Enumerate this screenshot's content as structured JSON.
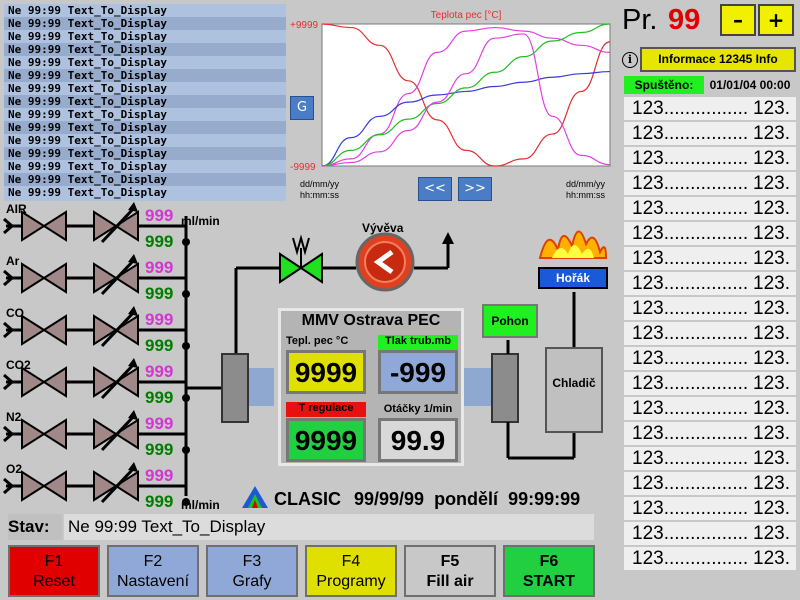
{
  "log": {
    "rows": [
      "Ne 99:99 Text_To_Display",
      "Ne 99:99 Text_To_Display",
      "Ne 99:99 Text_To_Display",
      "Ne 99:99 Text_To_Display",
      "Ne 99:99 Text_To_Display",
      "Ne 99:99 Text_To_Display",
      "Ne 99:99 Text_To_Display",
      "Ne 99:99 Text_To_Display",
      "Ne 99:99 Text_To_Display",
      "Ne 99:99 Text_To_Display",
      "Ne 99:99 Text_To_Display",
      "Ne 99:99 Text_To_Display",
      "Ne 99:99 Text_To_Display",
      "Ne 99:99 Text_To_Display",
      "Ne 99:99 Text_To_Display"
    ]
  },
  "chart_data": {
    "type": "line",
    "title": "Teplota pec [°C]",
    "ymax_label": "+9999",
    "ymin_label": "-9999",
    "ylim": [
      -9999,
      9999
    ],
    "x_start_label": [
      "dd/mm/yy",
      "hh:mm:ss"
    ],
    "x_end_label": [
      "dd/mm/yy",
      "hh:mm:ss"
    ],
    "x": [
      0,
      0.1,
      0.2,
      0.3,
      0.4,
      0.5,
      0.6,
      0.7,
      0.8,
      0.9,
      1.0
    ],
    "series": [
      {
        "color": "#e03030",
        "values": [
          9999,
          9500,
          7000,
          2000,
          -3500,
          -7800,
          -9999,
          -9000,
          -5500,
          500,
          7500
        ]
      },
      {
        "color": "#e040e0",
        "values": [
          -9999,
          -9000,
          -5500,
          200,
          6000,
          9000,
          9500,
          9000,
          8000,
          7000,
          6000
        ]
      },
      {
        "color": "#3a3adf",
        "values": [
          -9999,
          -6000,
          -3000,
          -1000,
          0,
          500,
          1200,
          1800,
          2500,
          3000,
          3300
        ]
      },
      {
        "color": "#20c020",
        "values": [
          -9999,
          -7800,
          -5600,
          -3400,
          -1200,
          1000,
          3200,
          5400,
          7600,
          8800,
          9999
        ]
      }
    ],
    "series_pink_flat": {
      "color": "#e040e0",
      "values": [
        -9999,
        -9500,
        -8000,
        -5000,
        -1000,
        3000,
        8000,
        8600,
        -3000,
        -8500,
        -9800
      ]
    }
  },
  "chart_ui": {
    "g_button": "G",
    "prev_button": "<<",
    "next_button": ">>"
  },
  "program": {
    "prefix": "Pr.",
    "number": "99",
    "minus": "–",
    "plus": "+",
    "info_button": "Informace 12345 Info",
    "started_label": "Spuštěno:",
    "started_date": "01/01/04 00:00",
    "params": [
      {
        "l": "123................",
        "r": "123."
      },
      {
        "l": "123................",
        "r": "123."
      },
      {
        "l": "123................",
        "r": "123."
      },
      {
        "l": "123................",
        "r": "123."
      },
      {
        "l": "123................",
        "r": "123."
      },
      {
        "l": "123................",
        "r": "123."
      },
      {
        "l": "123................",
        "r": "123."
      },
      {
        "l": "123................",
        "r": "123."
      },
      {
        "l": "123................",
        "r": "123."
      },
      {
        "l": "123................",
        "r": "123."
      },
      {
        "l": "123................",
        "r": "123."
      },
      {
        "l": "123................",
        "r": "123."
      },
      {
        "l": "123................",
        "r": "123."
      },
      {
        "l": "123................",
        "r": "123."
      },
      {
        "l": "123................",
        "r": "123."
      },
      {
        "l": "123................",
        "r": "123."
      },
      {
        "l": "123................",
        "r": "123."
      },
      {
        "l": "123................",
        "r": "123."
      },
      {
        "l": "123................",
        "r": "123."
      }
    ]
  },
  "gases": {
    "names": [
      "AIR",
      "Ar",
      "CO",
      "CO2",
      "N2",
      "O2"
    ],
    "setpoints": [
      "999",
      "999",
      "999",
      "999",
      "999",
      "999"
    ],
    "actuals": [
      "999",
      "999",
      "999",
      "999",
      "999",
      "999"
    ],
    "unit": "ml/min"
  },
  "vacuum": {
    "label": "Vývěva"
  },
  "burner": {
    "label": "Hořák"
  },
  "drive": {
    "label": "Pohon"
  },
  "cooler": {
    "label": "Chladič"
  },
  "panel": {
    "title": "MMV Ostrava  PEC",
    "temp_label": "Tepl. pec °C",
    "temp_value": "9999",
    "pressure_label": "Tlak trub.mb",
    "pressure_value": "-999",
    "treg_label": "T regulace",
    "treg_value": "9999",
    "rpm_label": "Otáčky 1/min",
    "rpm_value": "99.9"
  },
  "footer": {
    "brand": "CLASIC",
    "datetime": "99/99/99  pondělí  99:99:99",
    "status_label": "Stav:",
    "status_text": "Ne 99:99 Text_To_Display"
  },
  "fkeys": [
    {
      "key": "F1",
      "label": "Reset",
      "color": "#e00000"
    },
    {
      "key": "F2",
      "label": "Nastavení",
      "color": "#8fa8d8"
    },
    {
      "key": "F3",
      "label": "Grafy",
      "color": "#8fa8d8"
    },
    {
      "key": "F4",
      "label": "Programy",
      "color": "#e0e000"
    },
    {
      "key": "F5",
      "label": "Fill air",
      "color": "#c8c8c8"
    },
    {
      "key": "F6",
      "label": "START",
      "color": "#20d040"
    }
  ]
}
